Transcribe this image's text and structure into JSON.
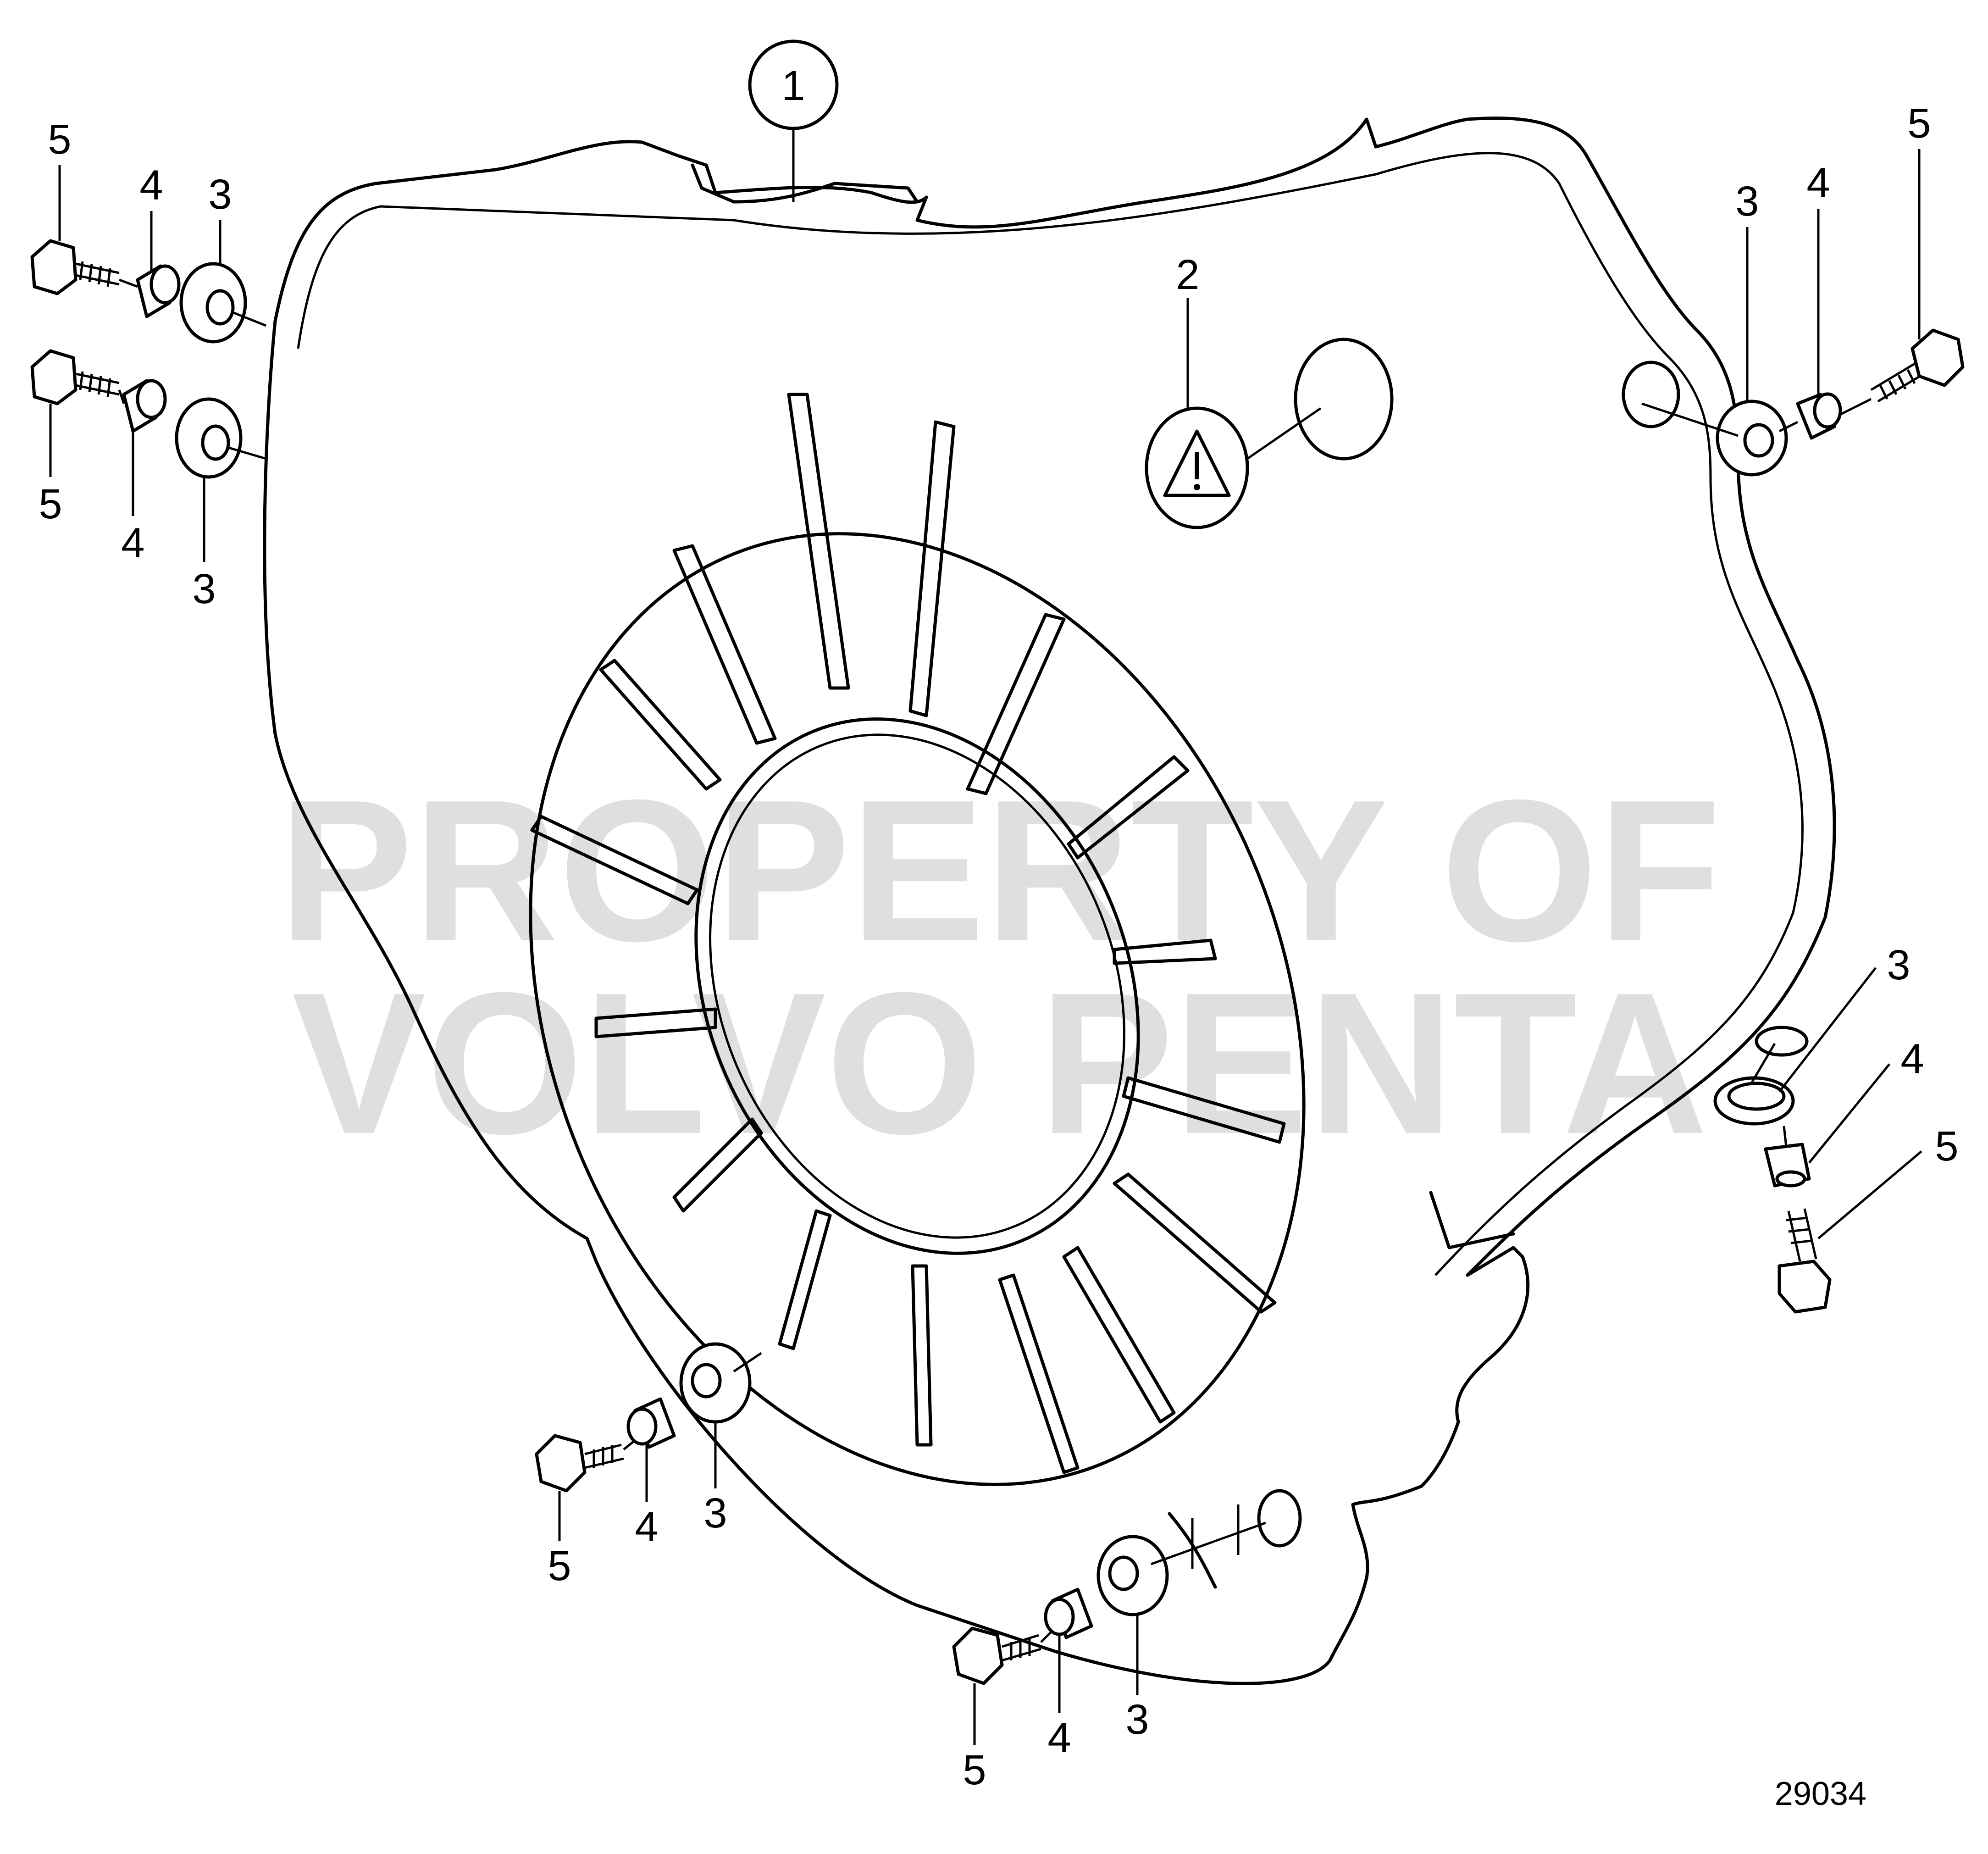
{
  "drawing_number": "29034",
  "watermark": [
    "PROPERTY OF",
    "VOLVO PENTA"
  ],
  "callouts": {
    "main_cover": "1",
    "warning_decal": "2",
    "rubber_grommet": "3",
    "spacer_sleeve": "4",
    "flange_bolt": "5"
  },
  "icons": {
    "warning": "warning-triangle-icon"
  }
}
